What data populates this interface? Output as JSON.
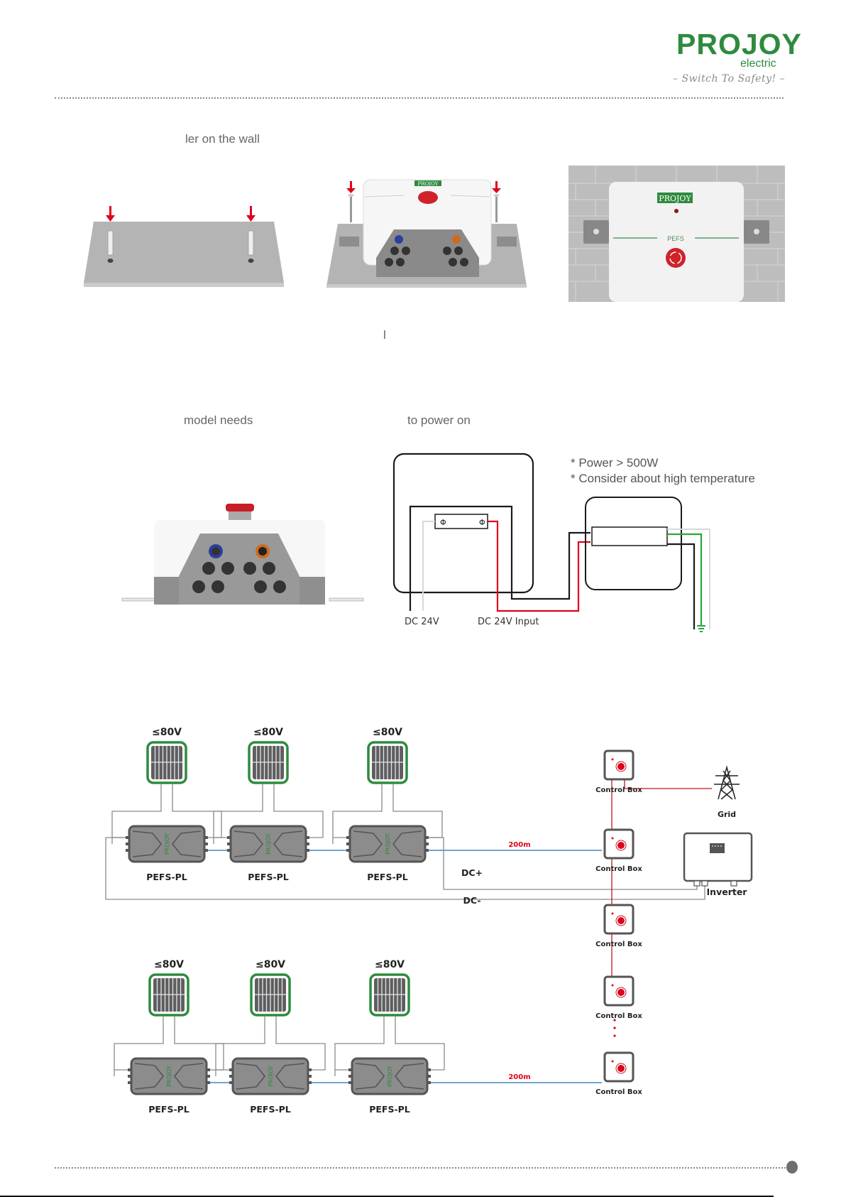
{
  "header": {
    "logo": {
      "word": "PROJOY",
      "sub": "electric",
      "tagline": "– Switch To Safety! –"
    }
  },
  "section1": {
    "heading_fragment": "ler on the wall",
    "images": [
      {
        "alt": "mounting plate with wall plugs",
        "marker": "down-arrow"
      },
      {
        "alt": "controller fixed onto plate with screws",
        "marker": "down-arrow",
        "device_logo": "PROJOY"
      },
      {
        "alt": "controller mounted on brick wall",
        "device_logo": "PROJOY",
        "device_label": "PEFS"
      }
    ],
    "stray_fragment": "l"
  },
  "section2": {
    "heading_fragment_a": "model needs",
    "heading_fragment_b": "to power on",
    "notes": [
      "* Power > 500W",
      "* Consider about high temperature"
    ],
    "wire_labels": {
      "dc24v": "DC 24V",
      "dc24v_input": "DC 24V Input"
    },
    "colors": {
      "red_wire": "#e0001b",
      "green_wire": "#2aa63a",
      "grey_wire": "#d8d8d8",
      "black_wire": "#1a1a1a"
    }
  },
  "system_diagram": {
    "rows": [
      {
        "panels": [
          {
            "voltage": "≤80V",
            "device": "PEFS-PL",
            "device_logo": "PROJOY"
          },
          {
            "voltage": "≤80V",
            "device": "PEFS-PL",
            "device_logo": "PROJOY"
          },
          {
            "voltage": "≤80V",
            "device": "PEFS-PL",
            "device_logo": "PROJOY"
          }
        ],
        "distance": "200m"
      },
      {
        "panels": [
          {
            "voltage": "≤80V",
            "device": "PEFS-PL",
            "device_logo": "PROJOY"
          },
          {
            "voltage": "≤80V",
            "device": "PEFS-PL",
            "device_logo": "PROJOY"
          },
          {
            "voltage": "≤80V",
            "device": "PEFS-PL",
            "device_logo": "PROJOY"
          }
        ],
        "distance": "200m"
      }
    ],
    "dc_plus": "DC+",
    "dc_minus": "DC-",
    "control_boxes": [
      "Control Box",
      "Control Box",
      "Control Box",
      "Control Box",
      "Control Box"
    ],
    "grid_label": "Grid",
    "inverter_label": "Inverter",
    "colors": {
      "panel_frame": "#2e8b3e",
      "signal_line": "#1f6fb0",
      "control_line": "#c0161d",
      "distance_text": "#e0001b",
      "dc_line": "#8a8a8a"
    }
  }
}
